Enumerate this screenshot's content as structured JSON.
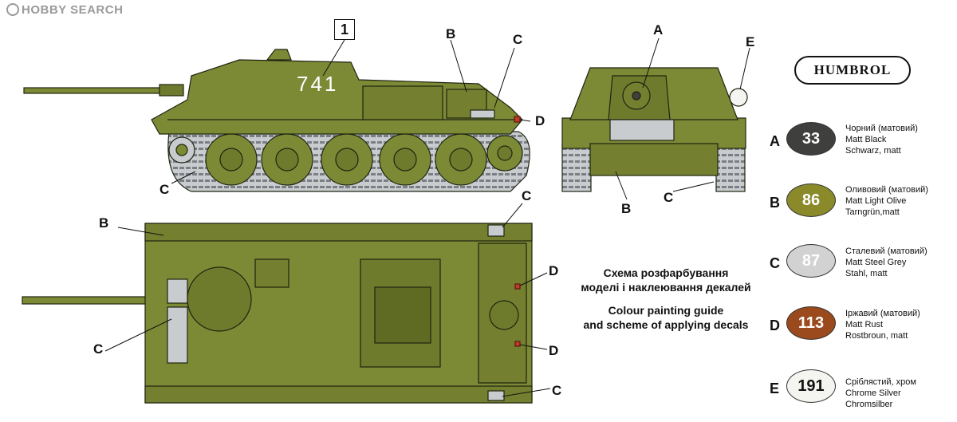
{
  "watermark": "HOBBY SEARCH",
  "model_number": "1",
  "hull_number": "741",
  "callouts": {
    "side": [
      "B",
      "C",
      "D",
      "C"
    ],
    "front": [
      "A",
      "E",
      "B",
      "C"
    ],
    "top": [
      "B",
      "C",
      "C",
      "D",
      "D",
      "C"
    ]
  },
  "caption_ua": [
    "Схема розфарбування",
    "моделі і наклеювання декалей"
  ],
  "caption_en": [
    "Colour painting guide",
    "and scheme of applying decals"
  ],
  "brand": "HUMBROL",
  "paints": [
    {
      "letter": "A",
      "code": "33",
      "color": "#3f3f3d",
      "text_color": "#ffffff",
      "lines": [
        "Чорний (матовий)",
        "Matt Black",
        "Schwarz, matt"
      ]
    },
    {
      "letter": "B",
      "code": "86",
      "color": "#8a8a2a",
      "text_color": "#ffffff",
      "lines": [
        "Оливовий (матовий)",
        "Matt Light Olive",
        "Tarngrün,matt"
      ]
    },
    {
      "letter": "C",
      "code": "87",
      "color": "#d2d2d2",
      "text_color": "#ffffff",
      "lines": [
        "Сталевий (матовий)",
        "Matt Steel Grey",
        "Stahl, matt"
      ]
    },
    {
      "letter": "D",
      "code": "113",
      "color": "#9a4a1c",
      "text_color": "#ffffff",
      "lines": [
        "Іржавий (матовий)",
        "Matt Rust",
        "Rostbroun, matt"
      ]
    },
    {
      "letter": "E",
      "code": "191",
      "color": "#f4f4f0",
      "text_color": "#111111",
      "lines": [
        "Сріблястий, хром",
        "Chrome Silver",
        "Chromsilber"
      ]
    }
  ],
  "colors": {
    "olive": "#7d8a35",
    "olive_dark": "#5f6a22",
    "steel": "#c9cccf",
    "rust": "#c0392b",
    "outline": "#1e2410"
  }
}
